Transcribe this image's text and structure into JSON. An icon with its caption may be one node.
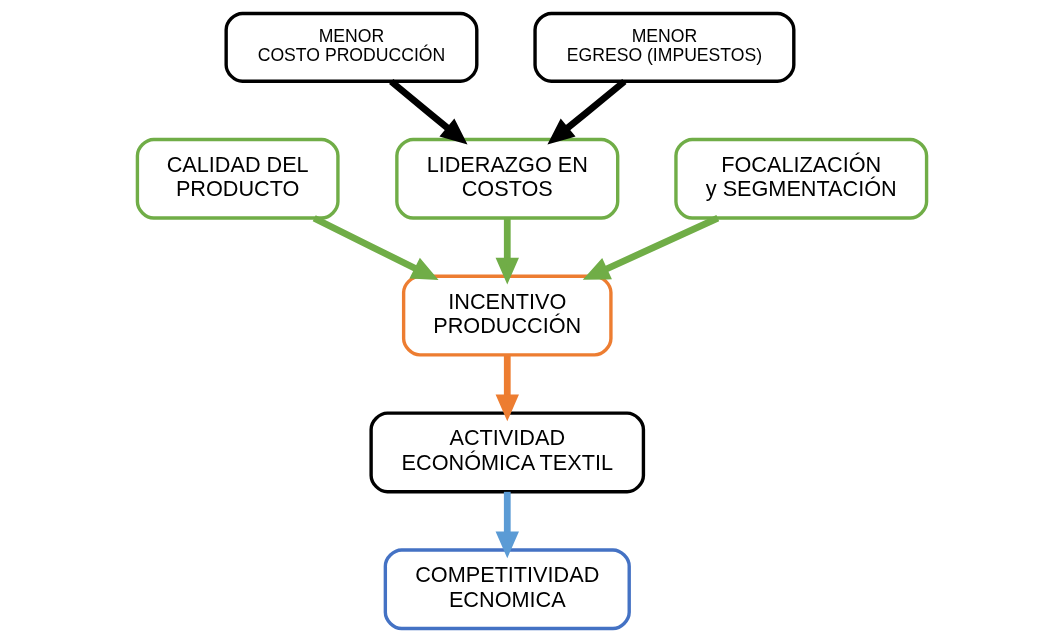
{
  "diagram": {
    "nodes": [
      {
        "text": [
          "CALIDAD DEL PRODUCTO"
        ]
      },
      {
        "text": [
          "INCENTIVO PRODUCCIÓN"
        ]
      },
      {
        "text": [
          "LIDERAZGO EN COSTOS"
        ]
      },
      {
        "text": [
          "MENOR COSTO PRODUCCIÓN"
        ]
      },
      {
        "text": [
          "FOCALIZACIÓN y SEGMENTACIÓN"
        ]
      },
      {
        "text": [
          "MENOR EGRESO (IMPUESTOS)"
        ]
      },
      {
        "text": [
          "ACTIVIDAD ECONÓMICA TEXTIL"
        ]
      },
      {
        "text": [
          "COMPETITIVIDAD ECNOMICA"
        ]
      }
    ],
    "edges": [
      {
        "from": 0,
        "to": 1,
        "arrow": "to"
      },
      {
        "from": 2,
        "to": 1,
        "arrow": "to"
      },
      {
        "from": 3,
        "to": 2,
        "arrow": "to",
        "color": "#000000"
      },
      {
        "from": 4,
        "to": 1,
        "arrow": "to"
      },
      {
        "from": 5,
        "to": 2,
        "arrow": "to",
        "color": "#000000"
      },
      {
        "from": 1,
        "to": 6,
        "arrow": "to",
        "color": "#ed7d31"
      },
      {
        "from": 6,
        "to": 7,
        "arrow": "to",
        "color": "#5b9bd5"
      }
    ]
  }
}
